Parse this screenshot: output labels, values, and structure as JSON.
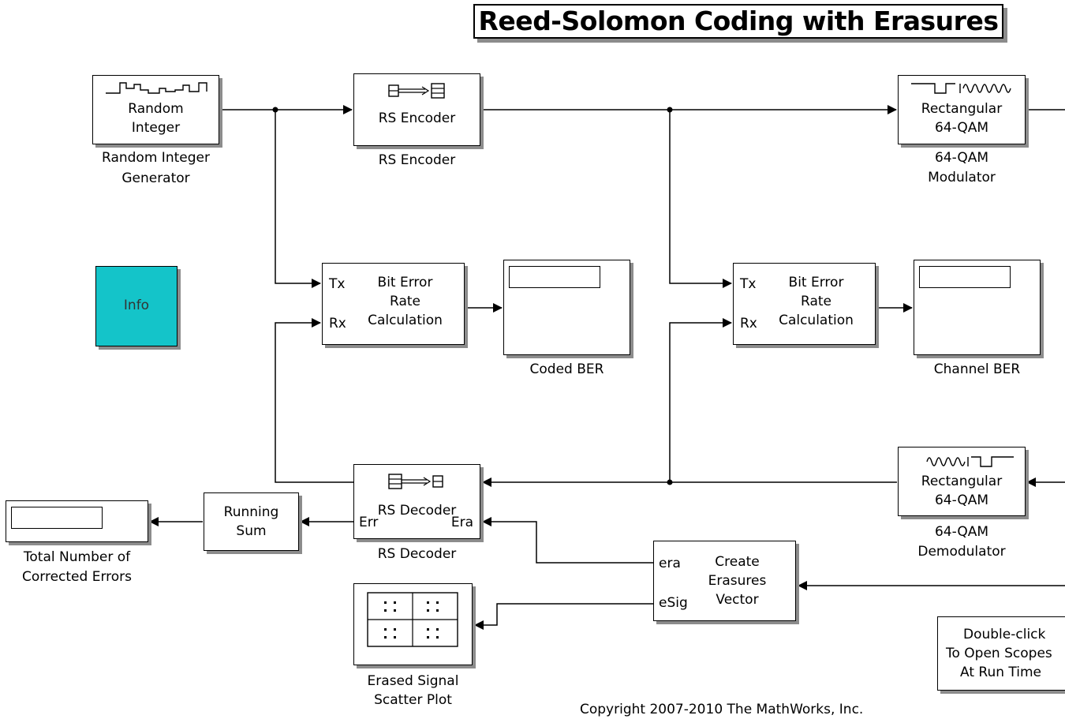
{
  "title": "Reed-Solomon Coding with Erasures",
  "blocks": {
    "random_integer": {
      "text": [
        "Random",
        "Integer"
      ],
      "label": [
        "Random Integer",
        "Generator"
      ]
    },
    "rs_encoder": {
      "text": "RS Encoder",
      "label": "RS Encoder"
    },
    "qam_mod": {
      "text": [
        "Rectangular",
        "64-QAM"
      ],
      "label": [
        "64-QAM",
        "Modulator"
      ]
    },
    "ber_coded": {
      "port_tx": "Tx",
      "port_rx": "Rx",
      "text": [
        "Bit Error",
        "Rate",
        "Calculation"
      ]
    },
    "coded_ber_display": {
      "label": "Coded BER"
    },
    "ber_channel": {
      "port_tx": "Tx",
      "port_rx": "Rx",
      "text": [
        "Bit Error",
        "Rate",
        "Calculation"
      ]
    },
    "channel_ber_display": {
      "label": "Channel BER"
    },
    "info": {
      "text": "Info"
    },
    "rs_decoder": {
      "text": "RS Decoder",
      "port_err": "Err",
      "port_era": "Era",
      "label": "RS Decoder"
    },
    "qam_demod": {
      "text": [
        "Rectangular",
        "64-QAM"
      ],
      "label": [
        "64-QAM",
        "Demodulator"
      ]
    },
    "running_sum": {
      "text": [
        "Running",
        "Sum"
      ]
    },
    "total_errors_display": {
      "label": [
        "Total Number of",
        "Corrected Errors"
      ]
    },
    "create_erasures": {
      "port_era": "era",
      "port_esig": "eSig",
      "text": [
        "Create",
        "Erasures",
        "Vector"
      ]
    },
    "scatter_plot": {
      "label": [
        "Erased Signal",
        "Scatter Plot"
      ]
    }
  },
  "note": [
    "Double-click",
    "To Open Scopes",
    "At Run Time"
  ],
  "copyright": "Copyright 2007-2010 The MathWorks, Inc."
}
